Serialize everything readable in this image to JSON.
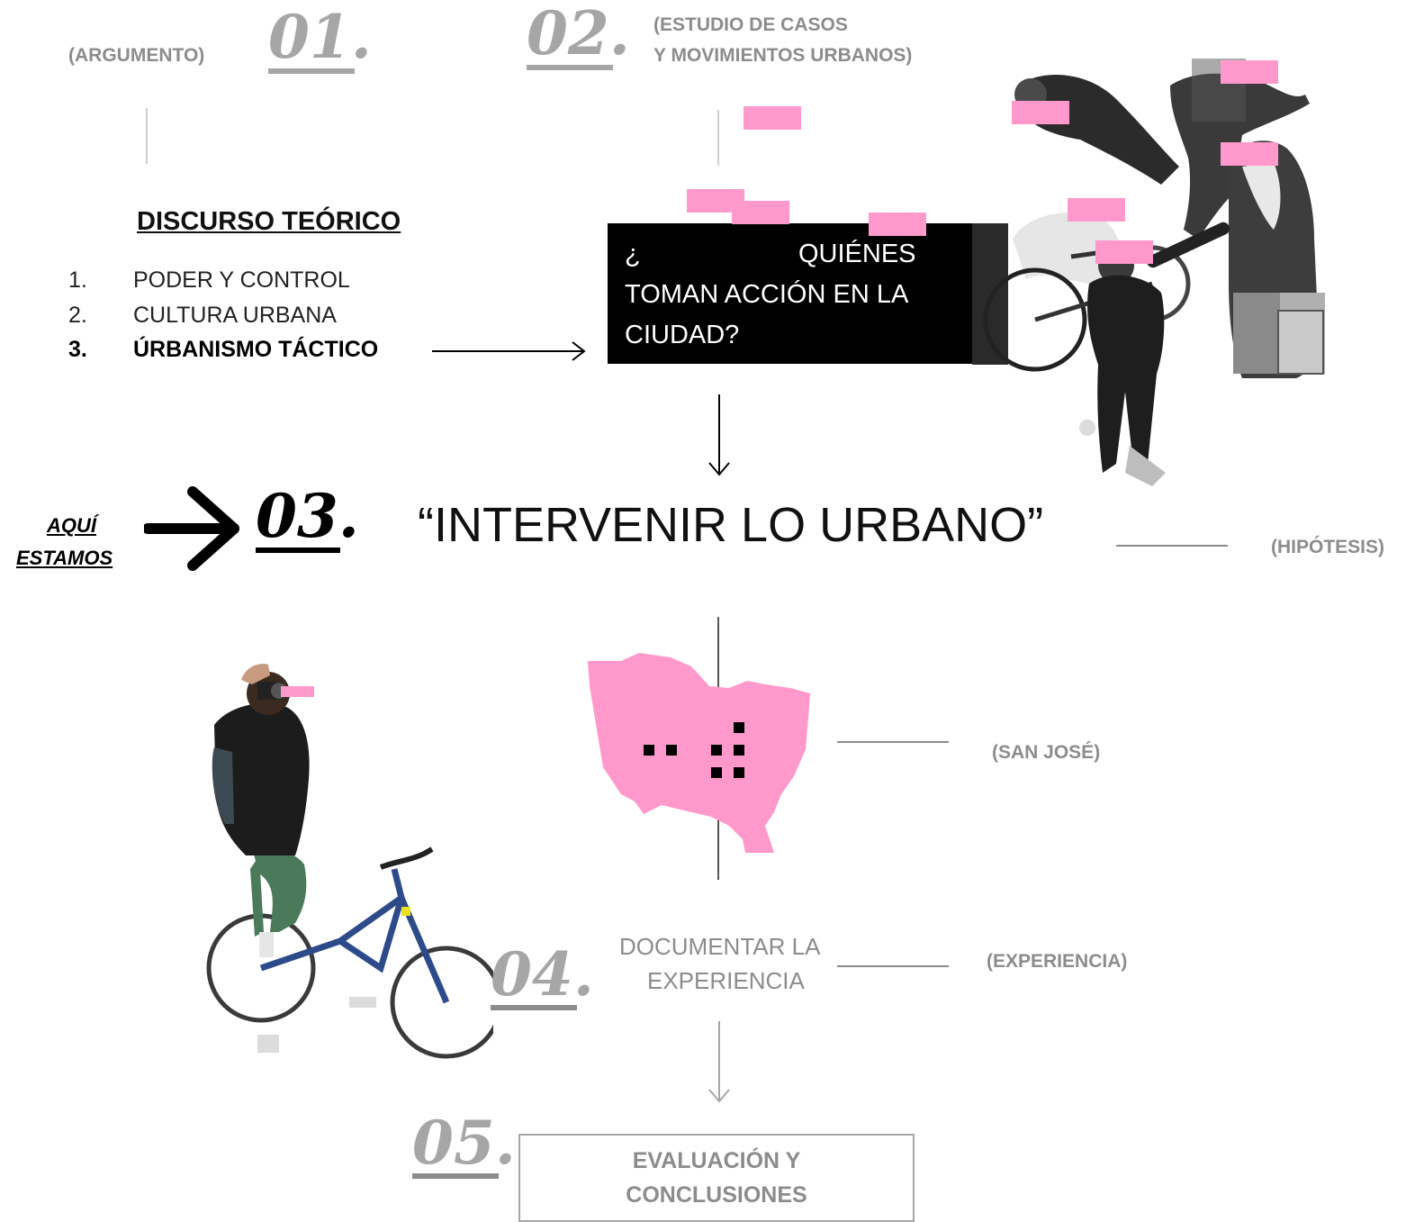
{
  "header": {
    "step1_label": "(ARGUMENTO)",
    "step1_number": "01.",
    "step2_number": "02.",
    "step2_label_line1": "(ESTUDIO DE CASOS",
    "step2_label_line2": "Y MOVIMIENTOS URBANOS)"
  },
  "theory": {
    "title": "DISCURSO TEÓRICO",
    "items": [
      {
        "n": "1.",
        "text": "PODER Y CONTROL"
      },
      {
        "n": "2.",
        "text": "CULTURA URBANA"
      },
      {
        "n": "3.",
        "text": "ÚRBANISMO TÁCTICO"
      }
    ]
  },
  "question": {
    "line1_a": "¿",
    "line1_b": "QUIÉNES",
    "line2": "TOMAN ACCIÓN EN LA",
    "line3": "CIUDAD?"
  },
  "step3": {
    "here_line1": "AQUÍ",
    "here_line2": "ESTAMOS",
    "number": "03.",
    "title": "“INTERVENIR LO URBANO”",
    "side_label": "(HIPÓTESIS)"
  },
  "map": {
    "label": "(SAN JOSÉ)",
    "fill_color": "#ff99cc"
  },
  "step4": {
    "number": "04.",
    "line1": "DOCUMENTAR LA",
    "line2": "EXPERIENCIA",
    "side_label": "(EXPERIENCIA)"
  },
  "step5": {
    "number": "05.",
    "line1": "EVALUACIÓN Y",
    "line2": "CONCLUSIONES"
  },
  "colors": {
    "accent_pink": "#ff99cc",
    "muted_gray": "#8c8c8c",
    "number_gray": "#a6a6a6",
    "black": "#000000"
  }
}
